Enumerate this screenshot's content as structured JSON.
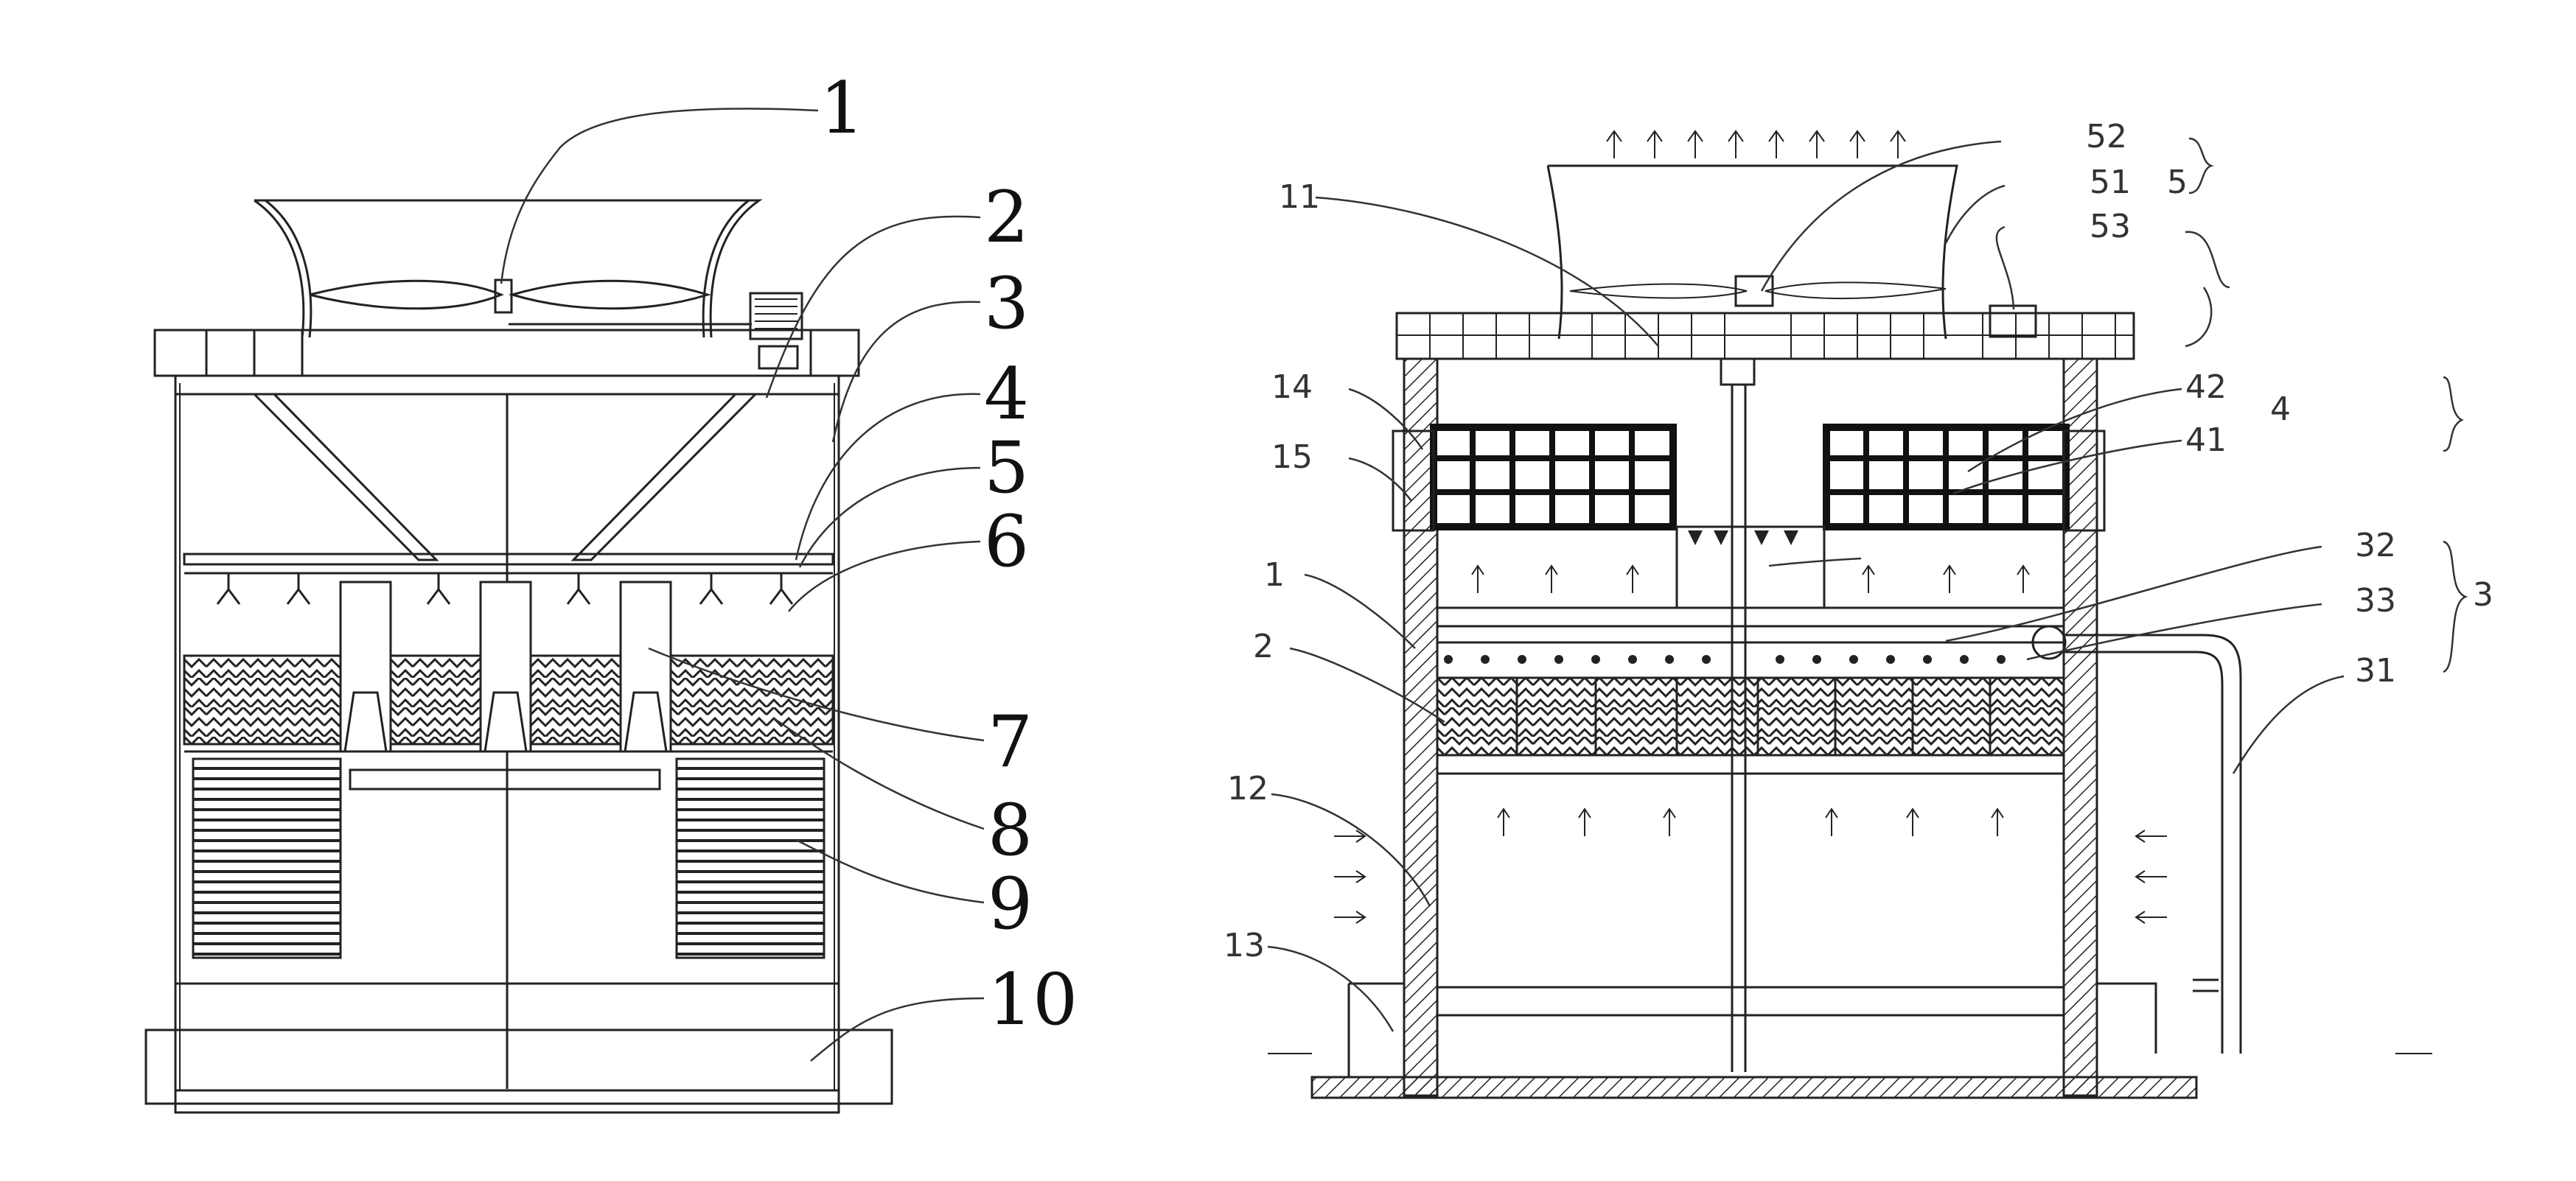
{
  "left_diagram": {
    "labels": [
      "1",
      "2",
      "3",
      "4",
      "5",
      "6",
      "7",
      "8",
      "9",
      "10"
    ]
  },
  "right_diagram": {
    "labels": {
      "l52": "52",
      "l51": "51",
      "l53": "53",
      "g5": "5",
      "l11": "11",
      "l14": "14",
      "l15": "15",
      "l42": "42",
      "l41": "41",
      "g4": "4",
      "l1": "1",
      "l2": "2",
      "l32": "32",
      "l33": "33",
      "g3": "3",
      "l31": "31",
      "l12": "12",
      "l13": "13"
    }
  }
}
